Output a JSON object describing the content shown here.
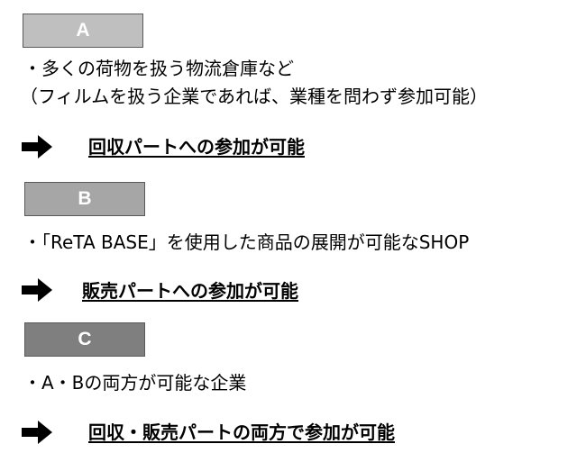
{
  "sections": [
    {
      "label": "A",
      "box_color": "#bfbfbf",
      "lines": [
        "・多くの荷物を扱う物流倉庫など",
        "（フィルムを扱う企業であれば、業種を問わず参加可能）"
      ],
      "result": "回収パートへの参加が可能"
    },
    {
      "label": "B",
      "box_color": "#a6a6a6",
      "lines": [
        "・「ReTA BASE」を使用した商品の展開が可能なSHOP"
      ],
      "result": "販売パートへの参加が可能"
    },
    {
      "label": "C",
      "box_color": "#7f7f7f",
      "lines": [
        "・A・Bの両方が可能な企業"
      ],
      "result": "回収・販売パートの両方で参加が可能"
    }
  ]
}
